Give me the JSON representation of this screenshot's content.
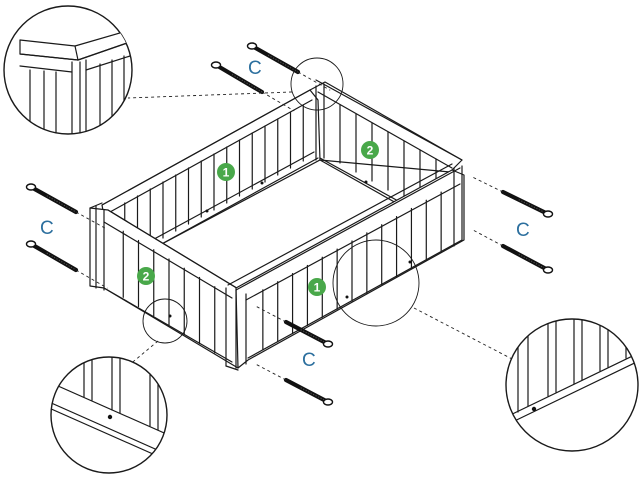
{
  "labels": {
    "screw_set": "C",
    "panel_long": "1",
    "panel_short": "2"
  },
  "colors": {
    "label_blue": "#2c6f9e",
    "badge_green": "#49a84a",
    "line": "#1a1a1a"
  }
}
